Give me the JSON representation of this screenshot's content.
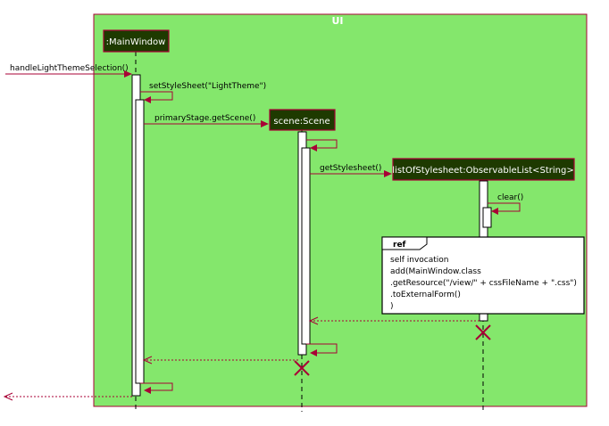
{
  "frame": {
    "title": "UI"
  },
  "participants": {
    "main_window": ":MainWindow",
    "scene": "scene:Scene",
    "list": "listOfStylesheet:ObservableList<String>"
  },
  "messages": {
    "handle": "handleLightThemeSelection()",
    "set_style": "setStyleSheet(\"LightTheme\")",
    "get_scene": "primaryStage.getScene()",
    "get_stylesheets": "getStylesheet()",
    "clear": "clear()"
  },
  "ref": {
    "tag": "ref",
    "lines": [
      "self invocation",
      "add(MainWindow.class",
      ".getResource(\"/view/\" + cssFileName + \".css\")",
      ".toExternalForm()",
      ")"
    ]
  },
  "colors": {
    "frame_fill": "#84e76c",
    "frame_border": "#a80036",
    "participant_fill": "#1e3a00",
    "arrow": "#a80036",
    "destroy": "#a80036"
  }
}
